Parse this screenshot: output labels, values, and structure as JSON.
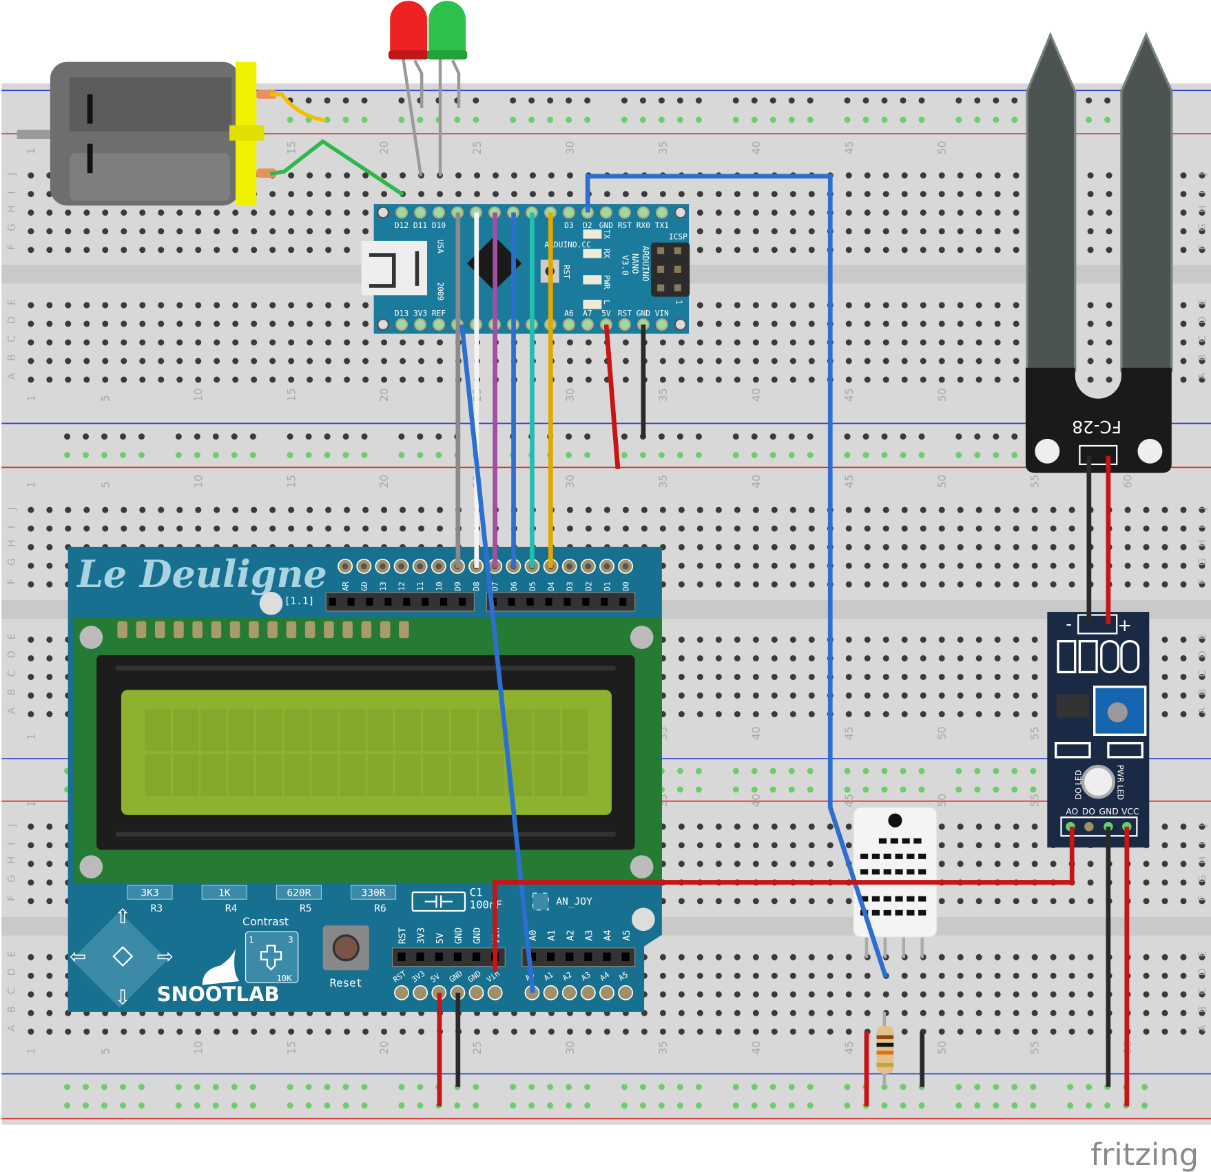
{
  "colors": {
    "breadboard": "#d8d8d8",
    "breadboard_channel": "#c9c9c9",
    "hole": "#3a3a3a",
    "hole_connected": "#6ccd6c",
    "rail_blue": "#2a3fd0",
    "rail_red": "#e03030",
    "pcb_teal": "#17708f",
    "nano_pcb": "#1b7b9c",
    "lcd_green_pcb": "#257a34",
    "lcd_screen": "#8db22e",
    "module_pcb": "#1a2a44",
    "wire_red": "#c81414",
    "wire_black": "#2a2a2a",
    "wire_blue": "#2d6fd0",
    "wire_gray": "#8a8a8a",
    "wire_white": "#f4f4f4",
    "wire_purple": "#a050a0",
    "wire_teal": "#20c0b0",
    "wire_yellow": "#e0a800",
    "wire_green": "#2db84a",
    "motor_wire_yellow": "#f0c000"
  },
  "breadboard": {
    "column_labels": [
      "1",
      "5",
      "10",
      "15",
      "20",
      "25",
      "30",
      "35",
      "40",
      "45",
      "50",
      "55",
      "60"
    ],
    "row_letters_top": [
      "J",
      "I",
      "H",
      "G",
      "F"
    ],
    "row_letters_bottom": [
      "E",
      "D",
      "C",
      "B",
      "A"
    ]
  },
  "arduino_nano": {
    "top_pins": [
      "D12",
      "D11",
      "D10",
      "",
      "",
      "",
      "",
      "",
      "",
      "D3",
      "D2",
      "GND",
      "RST",
      "RX0",
      "TX1"
    ],
    "bottom_pins": [
      "D13",
      "3V3",
      "REF",
      "",
      "",
      "",
      "",
      "",
      "",
      "A6",
      "A7",
      "5V",
      "RST",
      "GND",
      "VIN"
    ],
    "brand": "ARDUINO.CC",
    "model": [
      "ARDUINO",
      "NANO",
      "V3.0"
    ],
    "usb_labels": [
      "USA",
      "2009"
    ],
    "status_leds": [
      "TX",
      "RX",
      "PWR",
      "L"
    ],
    "reset_label": "RST",
    "icsp_label": "ICSP",
    "icsp_pin1": "1"
  },
  "lcd_shield": {
    "logo": "Le Deuligne",
    "version": "[1.1]",
    "top_pins": [
      "AR",
      "GD",
      "13",
      "12",
      "11",
      "10",
      "D9",
      "D8",
      "D7",
      "D6",
      "D5",
      "D4",
      "D3",
      "D2",
      "D1",
      "D0"
    ],
    "resistors": [
      {
        "value": "3K3",
        "ref": "R3"
      },
      {
        "value": "1K",
        "ref": "R4"
      },
      {
        "value": "620R",
        "ref": "R5"
      },
      {
        "value": "330R",
        "ref": "R6"
      }
    ],
    "capacitor": {
      "ref": "C1",
      "value": "100nF"
    },
    "an_joy": "AN_JOY",
    "contrast": "Contrast",
    "pot_labels": [
      "1",
      "3",
      "10K"
    ],
    "reset": "Reset",
    "brand": "SNOOTLAB",
    "power_pins": [
      "RST",
      "3V3",
      "5V",
      "GND",
      "GND",
      "Vin"
    ],
    "analog_pins": [
      "A0",
      "A1",
      "A2",
      "A3",
      "A4",
      "A5"
    ]
  },
  "soil_probe": {
    "label": "FC-28"
  },
  "sensor_module": {
    "probe_pins": [
      "-",
      "+"
    ],
    "led_labels": [
      "DO LED",
      "PWR LED"
    ],
    "pins": [
      "AO",
      "DO",
      "GND",
      "VCC"
    ]
  },
  "watermark": "fritzing"
}
